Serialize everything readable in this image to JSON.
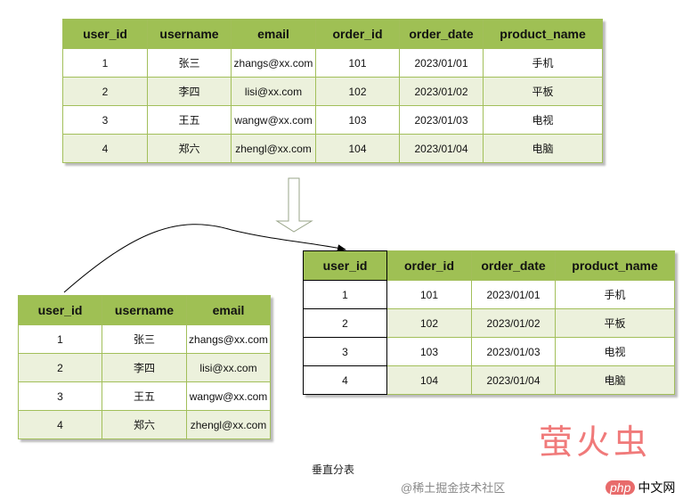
{
  "original_table": {
    "headers": [
      "user_id",
      "username",
      "email",
      "order_id",
      "order_date",
      "product_name"
    ],
    "rows": [
      [
        "1",
        "张三",
        "zhangs@xx.com",
        "101",
        "2023/01/01",
        "手机"
      ],
      [
        "2",
        "李四",
        "lisi@xx.com",
        "102",
        "2023/01/02",
        "平板"
      ],
      [
        "3",
        "王五",
        "wangw@xx.com",
        "103",
        "2023/01/03",
        "电视"
      ],
      [
        "4",
        "郑六",
        "zhengl@xx.com",
        "104",
        "2023/01/04",
        "电脑"
      ]
    ]
  },
  "user_table": {
    "headers": [
      "user_id",
      "username",
      "email"
    ],
    "rows": [
      [
        "1",
        "张三",
        "zhangs@xx.com"
      ],
      [
        "2",
        "李四",
        "lisi@xx.com"
      ],
      [
        "3",
        "王五",
        "wangw@xx.com"
      ],
      [
        "4",
        "郑六",
        "zhengl@xx.com"
      ]
    ]
  },
  "order_table": {
    "headers": [
      "user_id",
      "order_id",
      "order_date",
      "product_name"
    ],
    "rows": [
      [
        "1",
        "101",
        "2023/01/01",
        "手机"
      ],
      [
        "2",
        "102",
        "2023/01/02",
        "平板"
      ],
      [
        "3",
        "103",
        "2023/01/03",
        "电视"
      ],
      [
        "4",
        "104",
        "2023/01/04",
        "电脑"
      ]
    ]
  },
  "caption": "垂直分表",
  "watermark": {
    "big": "萤火虫",
    "source": "@稀土掘金技术社区",
    "php": "php",
    "site": "中文网"
  }
}
